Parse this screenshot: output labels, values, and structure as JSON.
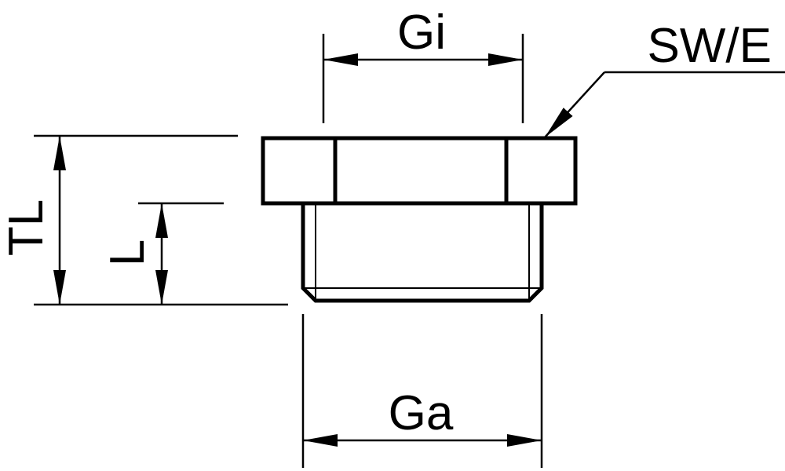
{
  "labels": {
    "gi": "Gi",
    "sw_e": "SW/E",
    "tl": "TL",
    "l": "L",
    "ga": "Ga"
  },
  "colors": {
    "line": "#000000",
    "background": "#ffffff"
  }
}
